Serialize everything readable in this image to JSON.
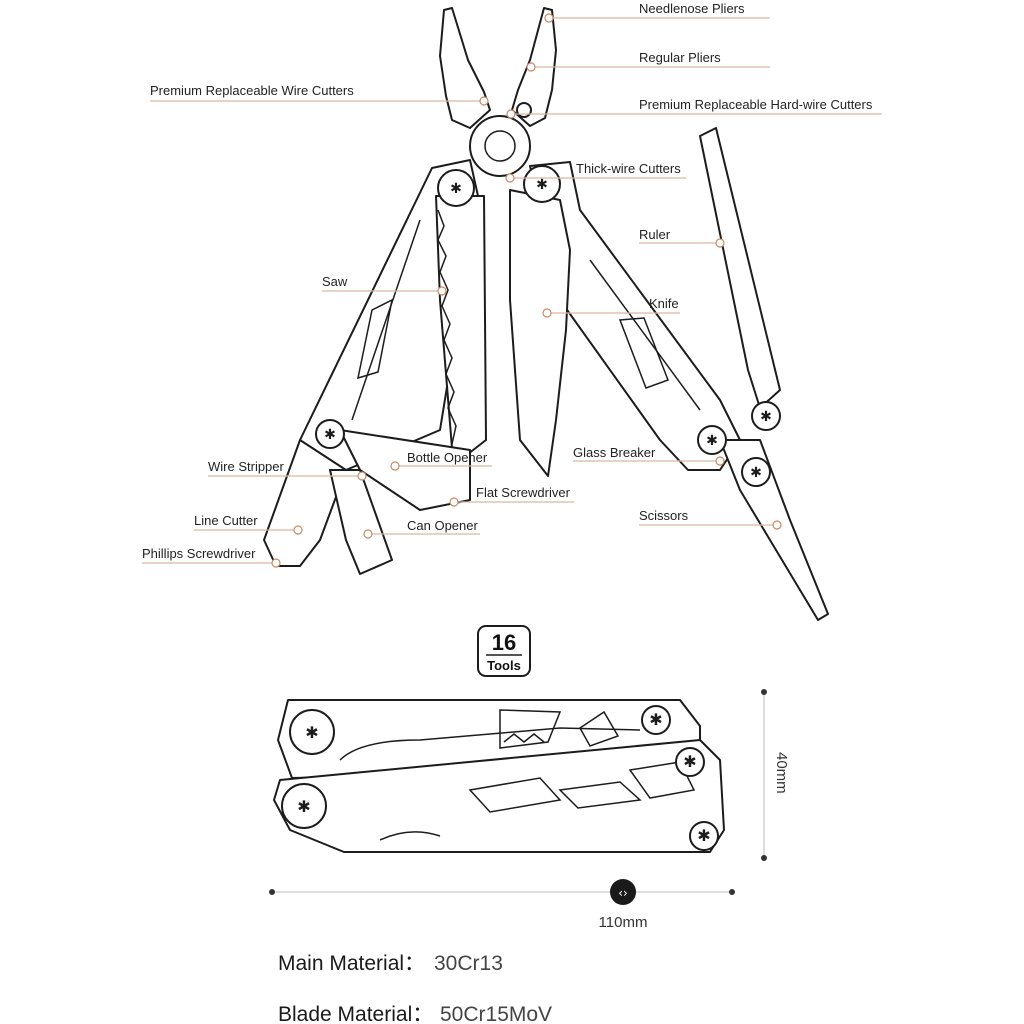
{
  "callouts": {
    "needlenose_pliers": "Needlenose Pliers",
    "regular_pliers": "Regular Pliers",
    "premium_wire_cutters": "Premium Replaceable Wire Cutters",
    "premium_hardwire_cutters": "Premium Replaceable Hard-wire Cutters",
    "thick_wire_cutters": "Thick-wire Cutters",
    "ruler": "Ruler",
    "saw": "Saw",
    "knife": "Knife",
    "bottle_opener": "Bottle Opener",
    "glass_breaker": "Glass Breaker",
    "wire_stripper": "Wire Stripper",
    "flat_screwdriver": "Flat Screwdriver",
    "line_cutter": "Line Cutter",
    "scissors": "Scissors",
    "can_opener": "Can Opener",
    "phillips_screwdriver": "Phillips Screwdriver"
  },
  "badge": {
    "count": "16",
    "unit": "Tools"
  },
  "dimensions": {
    "height": "40mm",
    "length": "110mm"
  },
  "specs": {
    "main_material_label": "Main Material：",
    "main_material_value": "30Cr13",
    "blade_material_label": "Blade Material：",
    "blade_material_value": "50Cr15MoV"
  },
  "colors": {
    "leader": "#d9b8a3",
    "dot": "#c98a63",
    "outline": "#1c1c1c"
  }
}
